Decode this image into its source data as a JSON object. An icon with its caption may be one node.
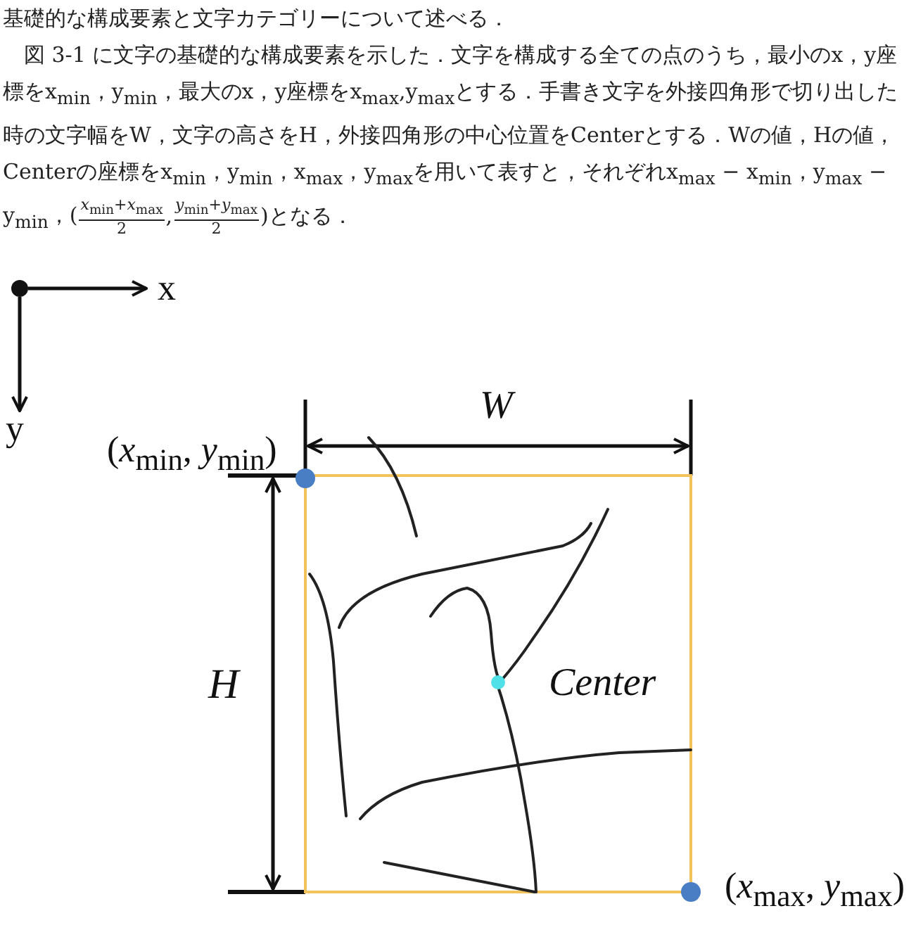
{
  "diagram": {
    "labels": [
      "基礎的な構成要素と文字カテゴリーについて述べる．",
      "図 3-1 に文字の基礎的な構成要素を示した．文字を構成する全ての点のうち，最小のx，y座標をx$_{min}$，y$_{min}$，最大のx，y座標をx$_{max}$,y$_{max}$とする．手書き文字を外接四角形で切り出した時の文字幅をW，文字の高さをH，外接四角形の中心位置をCenterとする．Wの値，Hの値，Centerの座標をx$_{min}$，y$_{min}$，x$_{max}$，y$_{max}$を用いて表すと，それぞれx$_{max}$ − x$_{min}$，y$_{max}$ − y$_{min}$，(",
      "*x*$_{min}$+*x*$_{max}$",
      "2",
      ",",
      "*y*$_{min}$+*y*$_{max}$",
      "2",
      ")となる．",
      "x",
      "y",
      "(*x*$_{min}$, *y*$_{min}$)",
      "W",
      "H",
      "Center",
      "(*x*$_{max}$, *y*$_{max}$)"
    ]
  }
}
